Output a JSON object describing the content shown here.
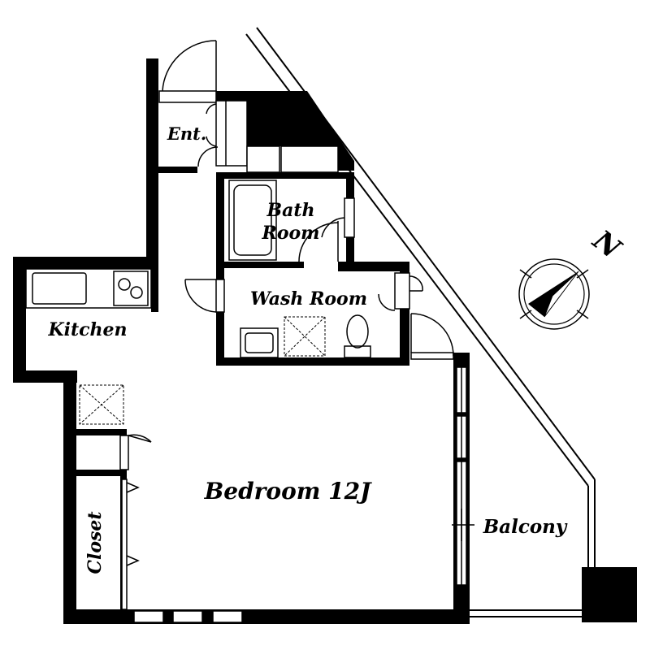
{
  "rooms": {
    "entrance": "Ent.",
    "bath_line1": "Bath",
    "bath_line2": "Room",
    "wash": "Wash Room",
    "kitchen": "Kitchen",
    "bedroom": "Bedroom 12J",
    "closet": "Closet",
    "balcony": "Balcony"
  },
  "compass": {
    "letter": "N"
  }
}
